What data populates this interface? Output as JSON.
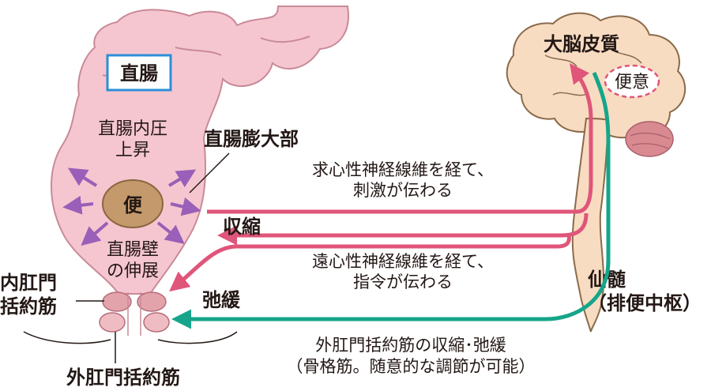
{
  "labels": {
    "rectum": "直腸",
    "rectal_pressure_line1": "直腸内圧",
    "rectal_pressure_line2": "上昇",
    "rectal_ampulla": "直腸膨大部",
    "stool": "便",
    "rectal_wall_line1": "直腸壁",
    "rectal_wall_line2": "の伸展",
    "internal_sphincter_line1": "内肛門",
    "internal_sphincter_line2": "括約筋",
    "external_sphincter": "外肛門括約筋",
    "contraction": "収縮",
    "relaxation": "弛緩",
    "afferent_line1": "求心性神経線維を経て、",
    "afferent_line2": "刺激が伝わる",
    "efferent_line1": "遠心性神経線維を経て、",
    "efferent_line2": "指令が伝わる",
    "cerebral_cortex": "大脳皮質",
    "urge_to_defecate": "便意",
    "sacral_cord_line1": "仙髄",
    "sacral_cord_line2": "（排便中枢）",
    "voluntary_line1": "外肛門括約筋の収縮･弛緩",
    "voluntary_line2": "（骨格筋。随意的な調節が可能）"
  },
  "colors": {
    "rectum_fill": "#f5c6cf",
    "rectum_stroke": "#c98a97",
    "stool_fill": "#c49a6c",
    "sphincter_fill": "#e3a3ab",
    "brain_fill": "#f8dcc2",
    "cerebellum_fill": "#d98a91",
    "spinal_fill": "#f8dcc2",
    "afferent_arrow": "#e0557a",
    "somatic_arrow": "#16a58a",
    "pressure_arrow": "#9a5fb8",
    "box_border": "#2b8fd8"
  }
}
